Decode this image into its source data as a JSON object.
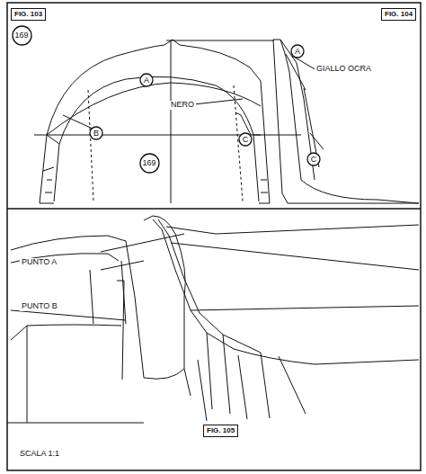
{
  "diagram": {
    "nodes": [
      {
        "text": [
          "FIG. 103"
        ]
      },
      {
        "text": [
          "169"
        ]
      },
      {
        "text": [
          "FIG. 104"
        ]
      },
      {
        "text": [
          "A"
        ]
      },
      {
        "text": [
          "A"
        ]
      },
      {
        "text": [
          "B"
        ]
      },
      {
        "text": [
          "C"
        ]
      },
      {
        "text": [
          "C"
        ]
      },
      {
        "text": [
          "169"
        ]
      },
      {
        "text": [
          "FIG. 105"
        ]
      }
    ],
    "labels": [
      "GIALLO OCRA",
      "NERO",
      "PUNTO A",
      "PUNTO B",
      "SCALA 1:1"
    ]
  }
}
